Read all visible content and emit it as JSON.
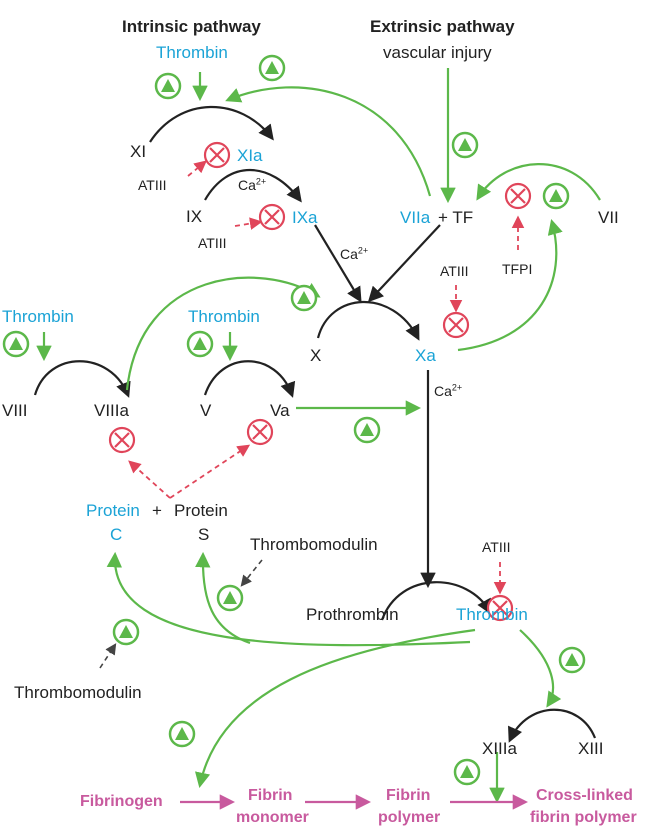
{
  "pathways": {
    "intrinsic": "Intrinsic pathway",
    "extrinsic": "Extrinsic pathway",
    "extrinsic_trigger": "vascular injury"
  },
  "factors": {
    "thrombin_top": "Thrombin",
    "xi": "XI",
    "xia": "XIa",
    "ix": "IX",
    "ixa": "IXa",
    "viia": "VIIa",
    "plus_tf": "+ TF",
    "vii": "VII",
    "x": "X",
    "xa": "Xa",
    "thrombin_viii": "Thrombin",
    "thrombin_v": "Thrombin",
    "viii": "VIII",
    "viiia": "VIIIa",
    "v": "V",
    "va": "Va",
    "protein_c_1": "Protein",
    "protein_c_2": "C",
    "plus": "+",
    "protein_s_1": "Protein",
    "protein_s_2": "S",
    "thrombomodulin_1": "Thrombomodulin",
    "thrombomodulin_2": "Thrombomodulin",
    "prothrombin": "Prothrombin",
    "thrombin_main": "Thrombin",
    "xiiia": "XIIIa",
    "xiii": "XIII"
  },
  "inhibitors": {
    "atiii_xia": "ATIII",
    "atiii_ixa": "ATIII",
    "atiii_xa": "ATIII",
    "atiii_thrombin": "ATIII",
    "tfpi": "TFPI"
  },
  "calcium": {
    "base": "Ca",
    "charge": "2+"
  },
  "fibrin": {
    "fibrinogen": "Fibrinogen",
    "fibrin_monomer_1": "Fibrin",
    "fibrin_monomer_2": "monomer",
    "fibrin_polymer_1": "Fibrin",
    "fibrin_polymer_2": "polymer",
    "crosslinked_1": "Cross-linked",
    "crosslinked_2": "fibrin polymer"
  },
  "colors": {
    "activation_green": "#5cb84a",
    "inhibition_red": "#e0455a",
    "active_blue": "#1ba3d6",
    "fibrin_pink": "#c85a9e",
    "reaction_black": "#222222"
  },
  "icons": {
    "activation": "triangle-in-circle-icon",
    "inhibition": "cross-in-circle-icon"
  }
}
